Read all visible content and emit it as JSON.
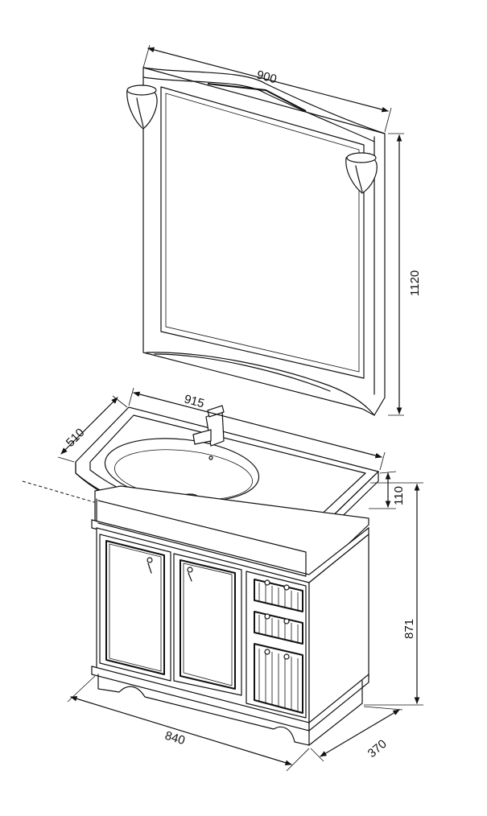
{
  "dimensions": {
    "mirror_width": "900",
    "mirror_height": "1120",
    "basin_width": "915",
    "basin_depth": "510",
    "basin_height": "110",
    "cabinet_height": "871",
    "cabinet_width": "840",
    "cabinet_depth": "370"
  },
  "colors": {
    "line": "#111111",
    "background": "#ffffff"
  }
}
